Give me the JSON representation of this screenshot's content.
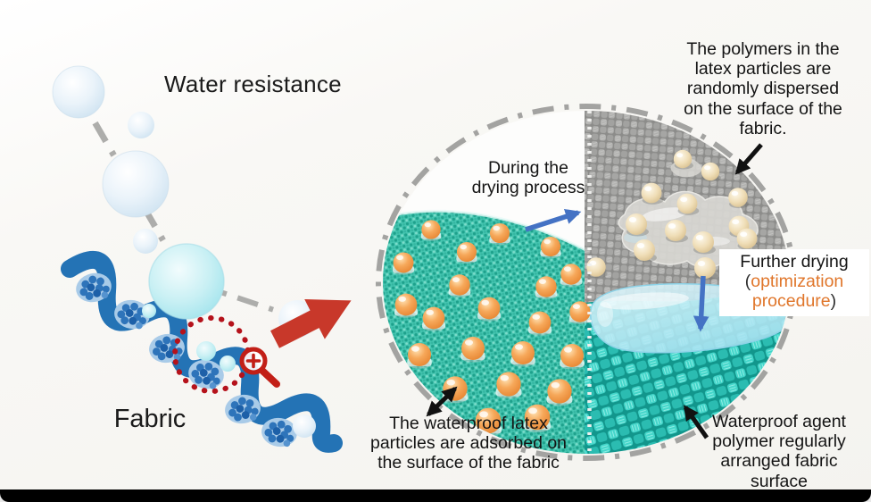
{
  "scene": {
    "title": "Water resistance",
    "fabric_label": "Fabric"
  },
  "annotations": {
    "during_drying": {
      "lines": [
        "During the",
        "drying process"
      ]
    },
    "polymers_dispersed": {
      "lines": [
        "The polymers in the",
        "latex particles are",
        "randomly dispersed",
        "on the surface of the",
        "fabric."
      ]
    },
    "further_drying": {
      "line1": "Further drying",
      "paren_open": "(",
      "highlight_word1": "optimization",
      "highlight_word2": "procedure",
      "paren_close": ")"
    },
    "latex_adsorbed": {
      "lines": [
        "The waterproof latex",
        "particles are adsorbed on",
        "the surface of the fabric"
      ]
    },
    "regular_surface": {
      "lines": [
        "Waterproof agent",
        "polymer regularly",
        "arranged fabric",
        "surface"
      ]
    }
  },
  "icons": {
    "zoom_in": "magnifier-plus",
    "red_arrow": "block-arrow-right",
    "dash_connector": "dash-dot-line"
  },
  "colors": {
    "highlight_orange": "#e0762b",
    "annotation_blue": "#4472c4",
    "block_arrow_red": "#c8382a",
    "ribbon_blue": "#2473b5",
    "teal_fabric": "#41c4af",
    "teal_weave": "#35ccc1",
    "gray_fabric": "#a6a6a4",
    "dash_border_gray": "#a3a3a1",
    "dotted_circle_red": "#b5121b",
    "bottom_bar": "#000000"
  }
}
